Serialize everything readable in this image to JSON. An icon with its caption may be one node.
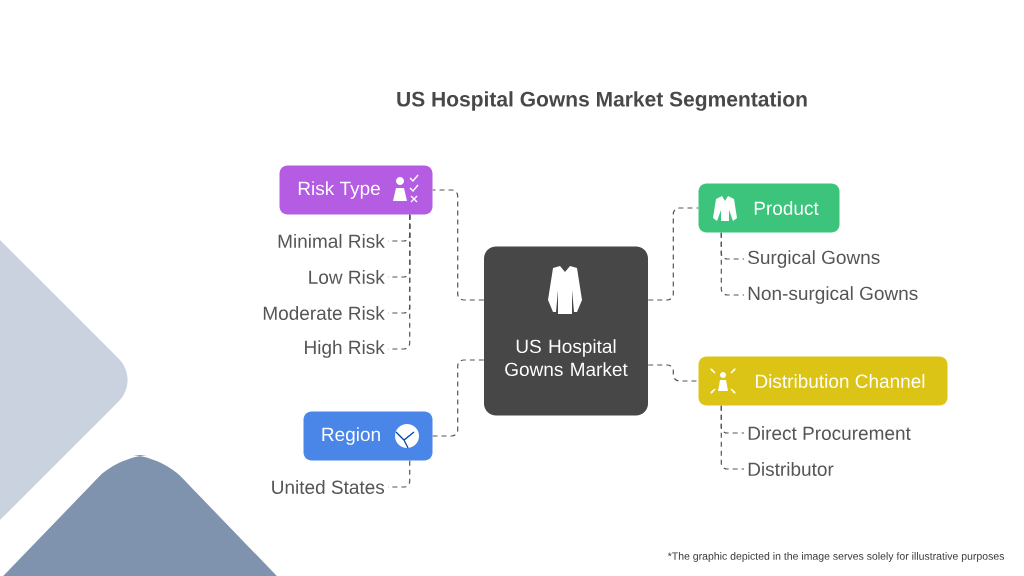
{
  "diagram": {
    "title": "US Hospital Gowns Market Segmentation",
    "nodes": [
      {
        "text": [
          "US Hospital Gowns Market"
        ]
      },
      {
        "text": [
          "Risk Type"
        ]
      },
      {
        "text": [
          "Minimal Risk"
        ]
      },
      {
        "text": [
          "Low Risk"
        ]
      },
      {
        "text": [
          "Moderate Risk"
        ]
      },
      {
        "text": [
          "High Risk"
        ]
      },
      {
        "text": [
          "Region"
        ]
      },
      {
        "text": [
          "United States"
        ]
      },
      {
        "text": [
          "Product"
        ]
      },
      {
        "text": [
          "Surgical Gowns"
        ]
      },
      {
        "text": [
          "Non-surgical Gowns"
        ]
      },
      {
        "text": [
          "Distribution Channel"
        ]
      },
      {
        "text": [
          "Direct Procurement"
        ]
      },
      {
        "text": [
          "Distributor"
        ]
      }
    ],
    "edges": [
      {
        "from": 0,
        "to": 1,
        "arrow": "none",
        "style": "dashed"
      },
      {
        "from": 1,
        "to": 2,
        "arrow": "none",
        "style": "dashed"
      },
      {
        "from": 1,
        "to": 3,
        "arrow": "none",
        "style": "dashed"
      },
      {
        "from": 1,
        "to": 4,
        "arrow": "none",
        "style": "dashed"
      },
      {
        "from": 1,
        "to": 5,
        "arrow": "none",
        "style": "dashed"
      },
      {
        "from": 0,
        "to": 6,
        "arrow": "none",
        "style": "dashed"
      },
      {
        "from": 6,
        "to": 7,
        "arrow": "none",
        "style": "dashed"
      },
      {
        "from": 0,
        "to": 8,
        "arrow": "none",
        "style": "dashed"
      },
      {
        "from": 8,
        "to": 9,
        "arrow": "none",
        "style": "dashed"
      },
      {
        "from": 8,
        "to": 10,
        "arrow": "none",
        "style": "dashed"
      },
      {
        "from": 0,
        "to": 11,
        "arrow": "none",
        "style": "dashed"
      },
      {
        "from": 11,
        "to": 12,
        "arrow": "none",
        "style": "dashed"
      },
      {
        "from": 11,
        "to": 13,
        "arrow": "none",
        "style": "dashed"
      }
    ],
    "labels": [
      "*The graphic depicted in the image serves solely for illustrative purposes"
    ]
  }
}
